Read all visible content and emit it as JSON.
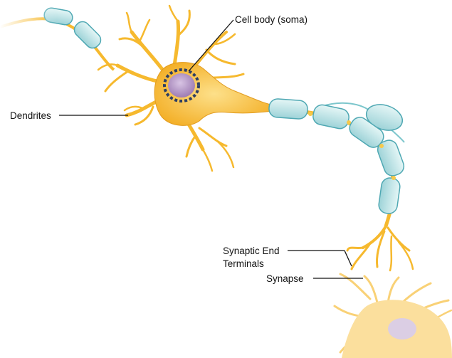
{
  "labels": {
    "cell_body": "Cell body (soma)",
    "dendrites": "Dendrites",
    "synaptic_end_line1": "Synaptic End",
    "synaptic_end_line2": "Terminals",
    "synapse": "Synapse"
  },
  "colors": {
    "neuron_fill": "#F6B92E",
    "neuron_stroke": "#C98A14",
    "nucleus_fill": "#B79AC8",
    "myelin_fill": "#BFE6E8",
    "myelin_stroke": "#4FA8B3",
    "node_of_ranvier": "#F7C94A",
    "label_line": "#111111"
  }
}
